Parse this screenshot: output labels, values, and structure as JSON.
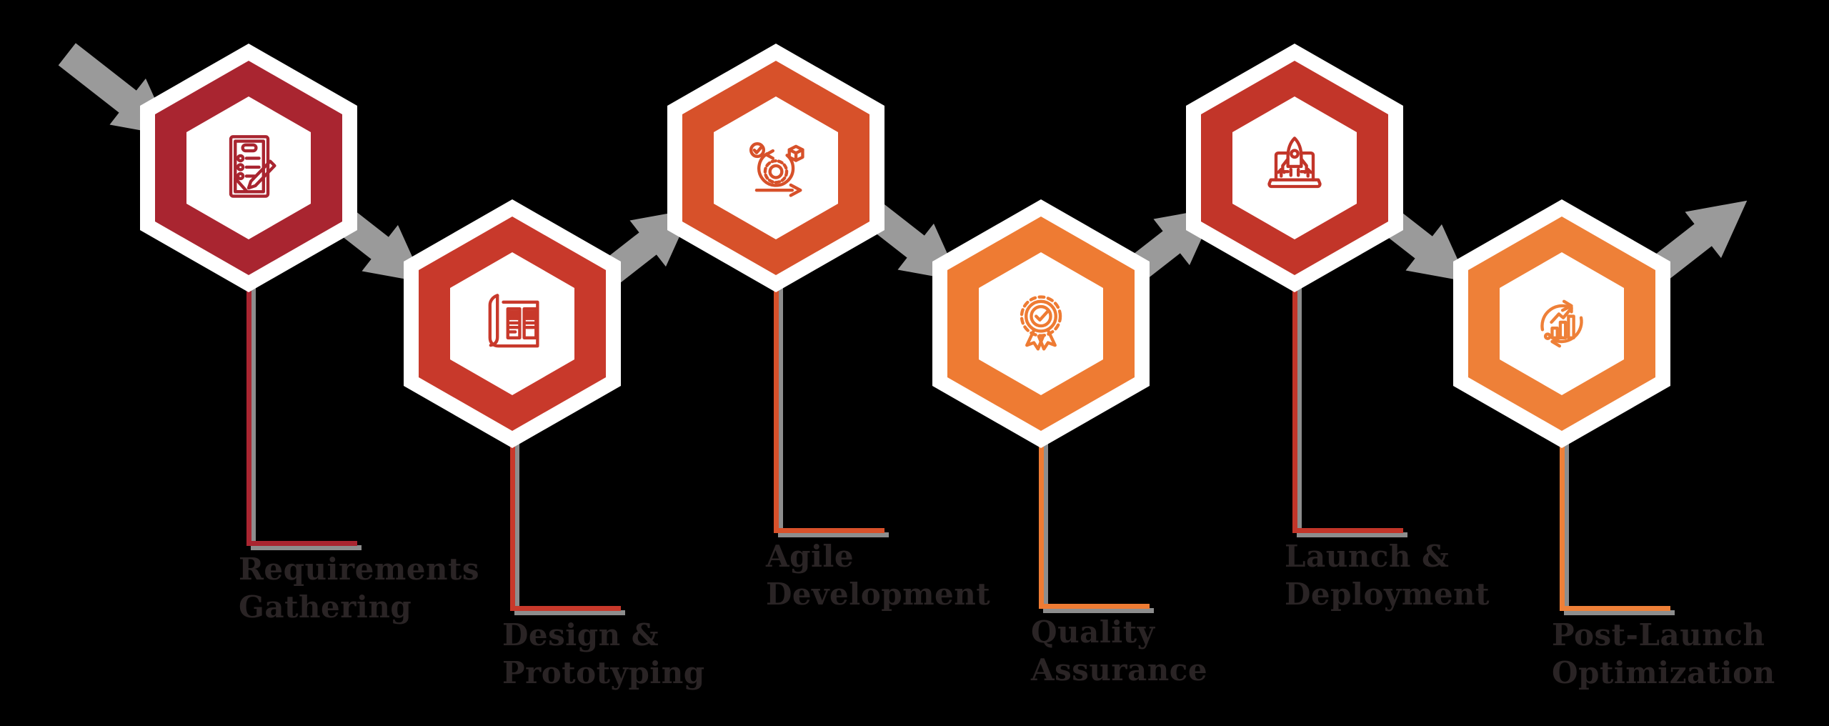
{
  "diagram": {
    "type": "process-flow-hexagon-timeline",
    "background_color": "#000000",
    "arrow_color": "#9a9a9a",
    "connector_shadow_color": "#8d8d8d",
    "label_text_color": "#2a2425",
    "hexagon_outline_color": "#ffffff",
    "steps": [
      {
        "label_line1": "Requirements",
        "label_line2": "Gathering",
        "color": "#a92530",
        "icon": "document-checklist-pencil-icon"
      },
      {
        "label_line1": "Design &",
        "label_line2": "Prototyping",
        "color": "#c8392b",
        "icon": "blueprint-wireframe-icon"
      },
      {
        "label_line1": "Agile",
        "label_line2": "Development",
        "color": "#d7512a",
        "icon": "agile-sprint-gear-icon"
      },
      {
        "label_line1": "Quality",
        "label_line2": "Assurance",
        "color": "#ee7b33",
        "icon": "award-ribbon-check-icon"
      },
      {
        "label_line1": "Launch &",
        "label_line2": "Deployment",
        "color": "#c23529",
        "icon": "laptop-rocket-launch-icon"
      },
      {
        "label_line1": "Post-Launch",
        "label_line2": "Optimization",
        "color": "#ee8038",
        "icon": "analytics-cycle-chart-icon"
      }
    ]
  }
}
